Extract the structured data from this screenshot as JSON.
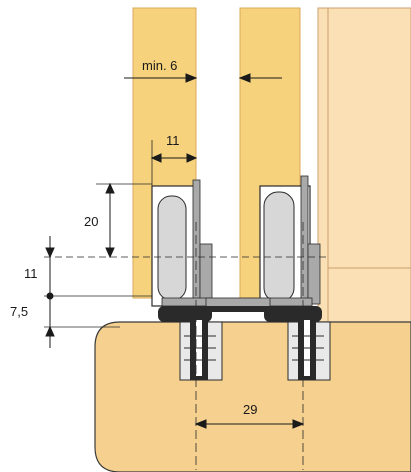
{
  "diagram": {
    "dimensions": {
      "min_gap": "min. 6",
      "rail_inset": "11",
      "wheel_height": "20",
      "axis_offset": "11",
      "base_offset": "7,5",
      "track_spacing": "29"
    },
    "colors": {
      "door": "#f6d27c",
      "door_edge": "#d9a85a",
      "cabinet": "#fbe0b5",
      "track_base": "#f5d08e",
      "metal": "#a9a9a9",
      "wheel": "#d7d7d7",
      "dark": "#2a2a2a",
      "line": "#1a1a1a"
    }
  }
}
